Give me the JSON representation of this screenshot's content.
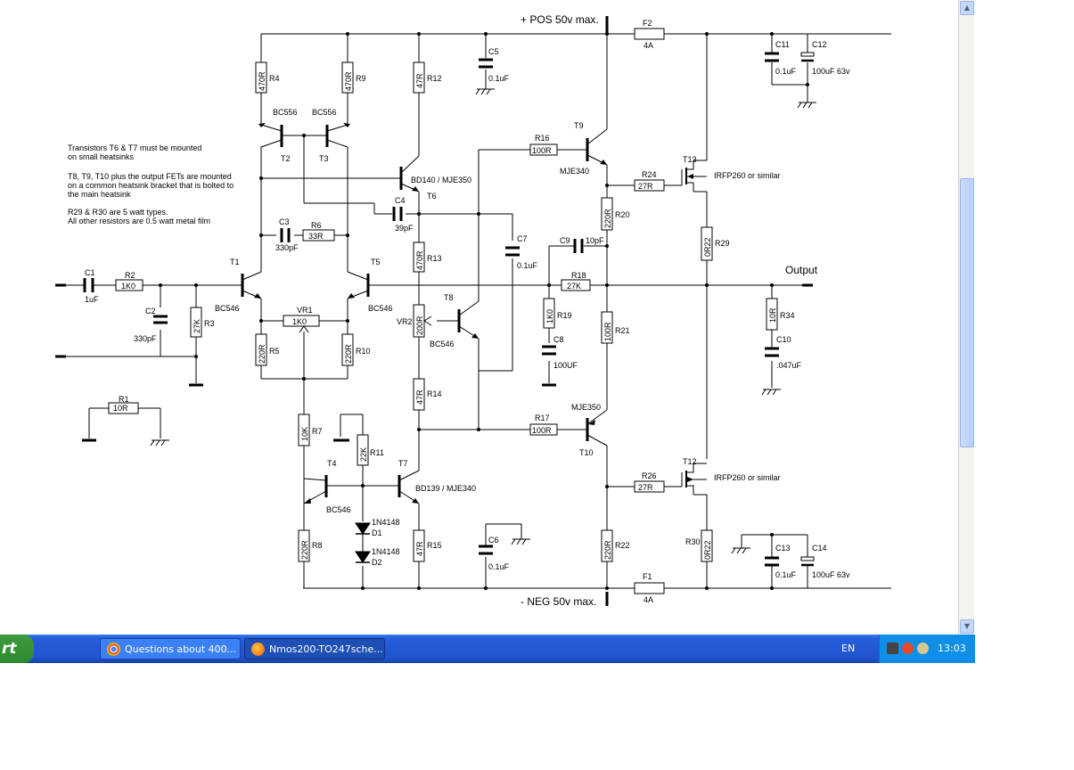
{
  "schematic": {
    "supply_pos": "+ POS 50v max.",
    "supply_neg": "- NEG 50v max.",
    "output": "Output",
    "notes": [
      "Transistors T6 & T7 must be mounted",
      "on small heatsinks",
      "T8, T9, T10 plus the output FETs are mounted",
      "on a common heatsink bracket that is bolted to",
      "the main heatsink",
      "R29 & R30 are 5 watt types.",
      "All other resistors are 0.5 watt metal film"
    ],
    "resistors": {
      "R1": {
        "ref": "R1",
        "value": "10R"
      },
      "R2": {
        "ref": "R2",
        "value": "1K0"
      },
      "R3": {
        "ref": "R3",
        "value": "27K"
      },
      "R4": {
        "ref": "R4",
        "value": "470R"
      },
      "R5": {
        "ref": "R5",
        "value": "220R"
      },
      "R6": {
        "ref": "R6",
        "value": "33R"
      },
      "R7": {
        "ref": "R7",
        "value": "10K"
      },
      "R8": {
        "ref": "R8",
        "value": "220R"
      },
      "R9": {
        "ref": "R9",
        "value": "470R"
      },
      "R10": {
        "ref": "R10",
        "value": "220R"
      },
      "R11": {
        "ref": "R11",
        "value": "22K"
      },
      "R12": {
        "ref": "R12",
        "value": "47R"
      },
      "R13": {
        "ref": "R13",
        "value": "470R"
      },
      "R14": {
        "ref": "R14",
        "value": "47R"
      },
      "R15": {
        "ref": "R15",
        "value": "47R"
      },
      "R16": {
        "ref": "R16",
        "value": "100R"
      },
      "R17": {
        "ref": "R17",
        "value": "100R"
      },
      "R18": {
        "ref": "R18",
        "value": "27K"
      },
      "R19": {
        "ref": "R19",
        "value": "1K0"
      },
      "R20": {
        "ref": "R20",
        "value": "220R"
      },
      "R21": {
        "ref": "R21",
        "value": "100R"
      },
      "R22": {
        "ref": "R22",
        "value": "220R"
      },
      "R24": {
        "ref": "R24",
        "value": "27R"
      },
      "R26": {
        "ref": "R26",
        "value": "27R"
      },
      "R29": {
        "ref": "R29",
        "value": "0R22"
      },
      "R30": {
        "ref": "R30",
        "value": "0R22"
      },
      "R34": {
        "ref": "R34",
        "value": "10R"
      },
      "VR1": {
        "ref": "VR1",
        "value": "1K0"
      },
      "VR2": {
        "ref": "VR2",
        "value": "200R"
      }
    },
    "capacitors": {
      "C1": {
        "ref": "C1",
        "value": "1uF"
      },
      "C2": {
        "ref": "C2",
        "value": "330pF"
      },
      "C3": {
        "ref": "C3",
        "value": "330pF"
      },
      "C4": {
        "ref": "C4",
        "value": "39pF"
      },
      "C5": {
        "ref": "C5",
        "value": "0.1uF"
      },
      "C6": {
        "ref": "C6",
        "value": "0.1uF"
      },
      "C7": {
        "ref": "C7",
        "value": "0.1uF"
      },
      "C8": {
        "ref": "C8",
        "value": "100UF"
      },
      "C9": {
        "ref": "C9",
        "value": "10pF"
      },
      "C10": {
        "ref": "C10",
        "value": ".047uF"
      },
      "C11": {
        "ref": "C11",
        "value": "0.1uF"
      },
      "C12": {
        "ref": "C12",
        "value": "100uF 63v"
      },
      "C13": {
        "ref": "C13",
        "value": "0.1uF"
      },
      "C14": {
        "ref": "C14",
        "value": "100uF 63v"
      }
    },
    "transistors": {
      "T1": {
        "ref": "T1",
        "part": "BC546"
      },
      "T2": {
        "ref": "T2",
        "part": "BC556"
      },
      "T3": {
        "ref": "T3",
        "part": "BC556"
      },
      "T4": {
        "ref": "T4",
        "part": "BC546"
      },
      "T5": {
        "ref": "T5",
        "part": "BC546"
      },
      "T6": {
        "ref": "T6",
        "part": "BD140 / MJE350"
      },
      "T7": {
        "ref": "T7",
        "part": "BD139 / MJE340"
      },
      "T8": {
        "ref": "T8",
        "part": "BC546"
      },
      "T9": {
        "ref": "T9",
        "part": "MJE340"
      },
      "T10": {
        "ref": "T10",
        "part": "MJE350"
      },
      "T12": {
        "ref": "T12",
        "part": "IRFP260 or similar"
      },
      "T13": {
        "ref": "T13",
        "part": "IRFP260 or similar"
      }
    },
    "diodes": {
      "D1": {
        "ref": "D1",
        "part": "1N4148"
      },
      "D2": {
        "ref": "D2",
        "part": "1N4148"
      }
    },
    "fuses": {
      "F1": {
        "ref": "F1",
        "value": "4A"
      },
      "F2": {
        "ref": "F2",
        "value": "4A"
      }
    }
  },
  "taskbar": {
    "start_label": "rt",
    "tasks": [
      {
        "label": "Questions about 400..."
      },
      {
        "label": "Nmos200-TO247sche..."
      }
    ],
    "language": "EN",
    "clock": "13:03"
  }
}
